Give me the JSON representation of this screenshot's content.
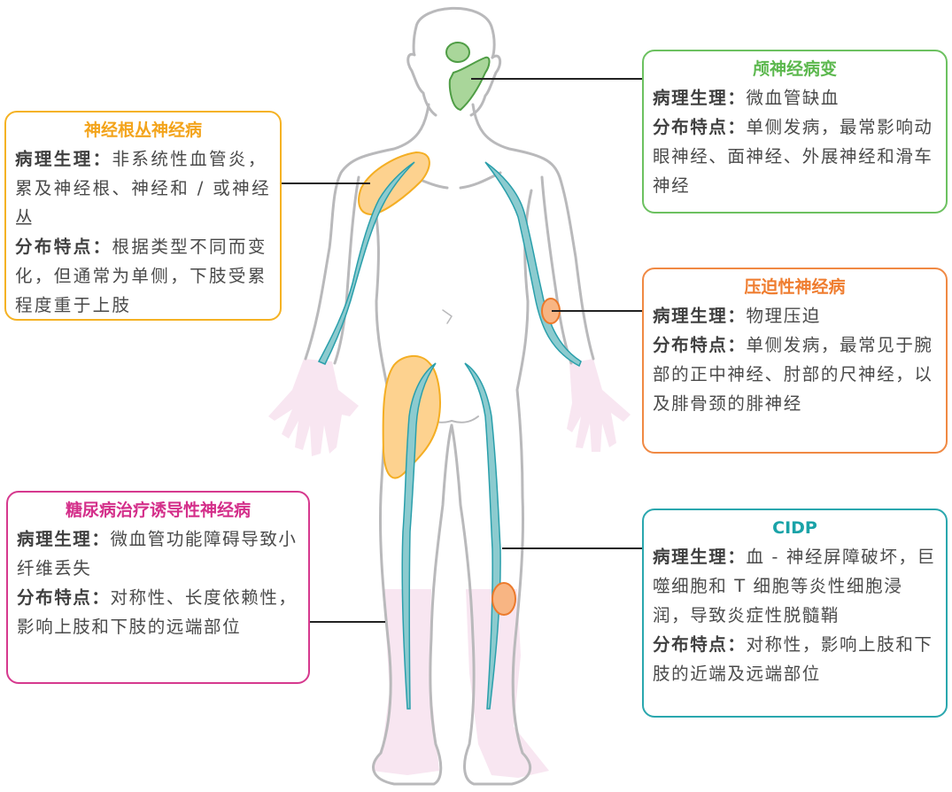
{
  "figure": {
    "colors": {
      "body_outline": "#b9b9bb",
      "nerve_fill": "#8ccbcf",
      "nerve_stroke": "#2a9fab",
      "distal_fill": "#f8e6f1",
      "cranial_fill": "#a9d69a",
      "cranial_stroke": "#4f9d45",
      "plexus_fill": "#fdd28f",
      "plexus_stroke": "#f4ae23",
      "compression_fill": "#f8b583",
      "compression_stroke": "#ec7a2c",
      "leader_line": "#222222"
    }
  },
  "labels": {
    "pathophysiology": "病理生理：",
    "distribution": "分布特点："
  },
  "boxes": {
    "cranial": {
      "title": "颅神经病变",
      "pathophysiology": "微血管缺血",
      "distribution": "单侧发病，最常影响动眼神经、面神经、外展神经和滑车神经",
      "color": "#5cb84e"
    },
    "radiculoplexus": {
      "title": "神经根丛神经病",
      "pathophysiology": "非系统性血管炎，累及神经根、神经和 / 或神经丛",
      "distribution": "根据类型不同而变化，但通常为单侧，下肢受累程度重于上肢",
      "color": "#f3a41c"
    },
    "compression": {
      "title": "压迫性神经病",
      "pathophysiology": "物理压迫",
      "distribution": "单侧发病，最常见于腕部的正中神经、肘部的尺神经，以及腓骨颈的腓神经",
      "color": "#ef7d30"
    },
    "tind": {
      "title": "糖尿病治疗诱导性神经病",
      "pathophysiology": "微血管功能障碍导致小纤维丢失",
      "distribution": "对称性、长度依赖性，影响上肢和下肢的远端部位",
      "color": "#d42f8a"
    },
    "cidp": {
      "title": "CIDP",
      "pathophysiology": "血 - 神经屏障破坏，巨噬细胞和 T 细胞等炎性细胞浸润，导致炎症性脱髓鞘",
      "distribution": "对称性，影响上肢和下肢的近端及远端部位",
      "color": "#1aa3a8"
    }
  }
}
